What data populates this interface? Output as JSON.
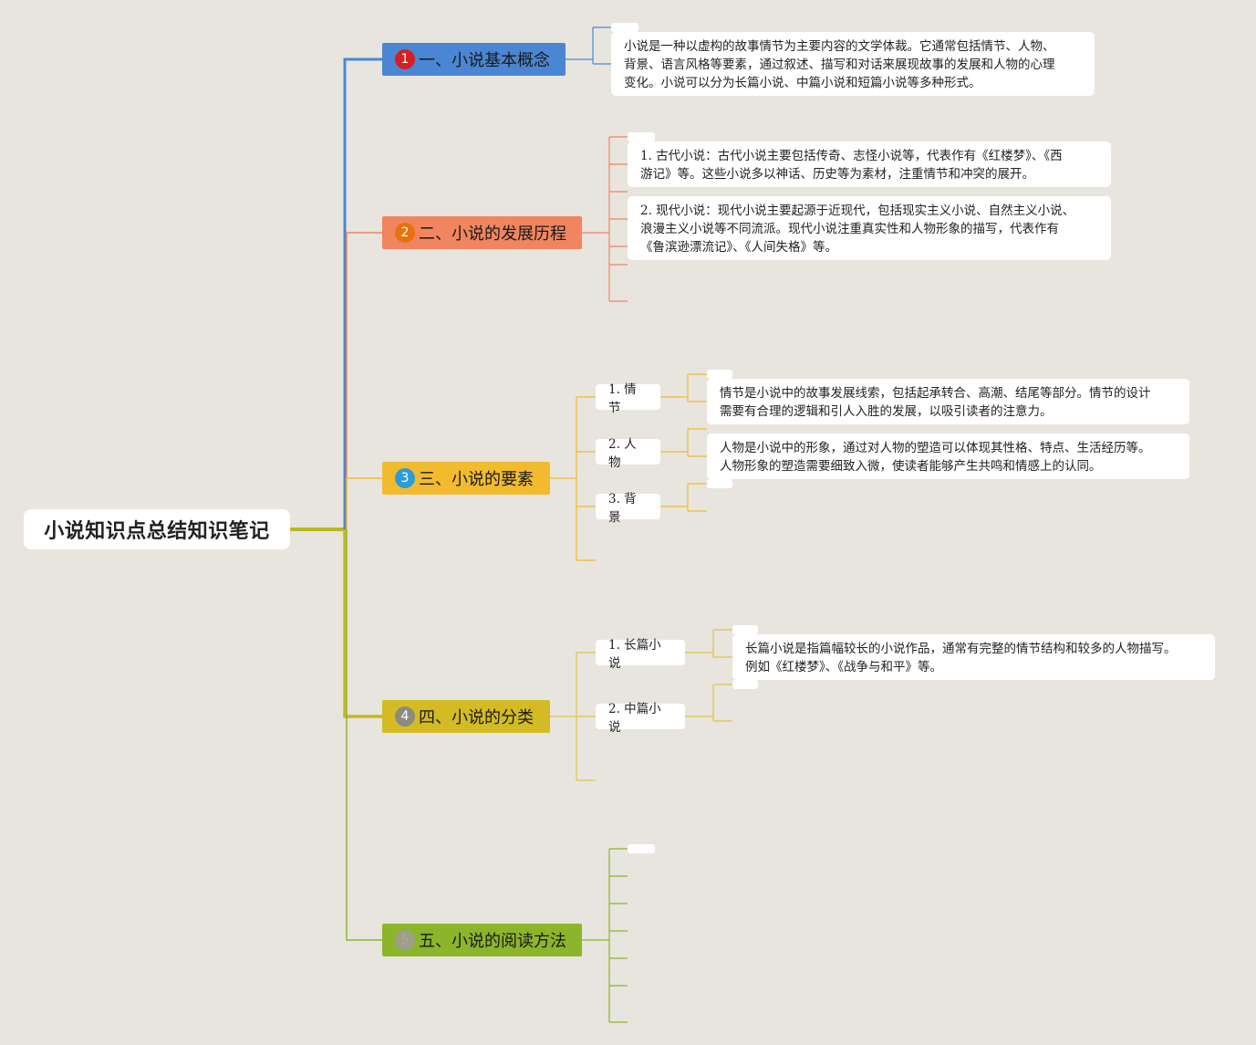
{
  "root": {
    "title": "小说知识点总结知识笔记"
  },
  "colors": {
    "b1": "#4a86d4",
    "b2": "#f0855f",
    "b3": "#f2bb2f",
    "b4": "#d4bb24",
    "b5": "#8cb52b",
    "badge1": "#d42020",
    "badge2": "#e8710f",
    "badge3": "#2c9bd8",
    "badge4": "#8a8a7f",
    "badge5": "#9e9e8a"
  },
  "branches": [
    {
      "badge": "1",
      "label": "一、小说基本概念"
    },
    {
      "badge": "2",
      "label": "二、小说的发展历程"
    },
    {
      "badge": "3",
      "label": "三、小说的要素"
    },
    {
      "badge": "4",
      "label": "四、小说的分类"
    },
    {
      "badge": "5",
      "label": "五、小说的阅读方法"
    }
  ],
  "notes": {
    "concept": "小说是一种以虚构的故事情节为主要内容的文学体裁。它通常包括情节、人物、\n背景、语言风格等要素，通过叙述、描写和对话来展现故事的发展和人物的心理\n变化。小说可以分为长篇小说、中篇小说和短篇小说等多种形式。",
    "ancient": "1. 古代小说：古代小说主要包括传奇、志怪小说等，代表作有《红楼梦》、《西\n游记》等。这些小说多以神话、历史等为素材，注重情节和冲突的展开。",
    "modern": "2. 现代小说：现代小说主要起源于近现代，包括现实主义小说、自然主义小说、\n浪漫主义小说等不同流派。现代小说注重真实性和人物形象的描写，代表作有\n《鲁滨逊漂流记》、《人间失格》等。",
    "plot": "情节是小说中的故事发展线索，包括起承转合、高潮、结尾等部分。情节的设计\n需要有合理的逻辑和引人入胜的发展，以吸引读者的注意力。",
    "character": "人物是小说中的形象，通过对人物的塑造可以体现其性格、特点、生活经历等。\n人物形象的塑造需要细致入微，使读者能够产生共鸣和情感上的认同。",
    "novel": "长篇小说是指篇幅较长的小说作品，通常有完整的情节结构和较多的人物描写。\n例如《红楼梦》、《战争与和平》等。"
  },
  "subs": {
    "plot": "1. 情节",
    "character": "2. 人物",
    "setting": "3. 背景",
    "long": "1. 长篇小说",
    "medium": "2. 中篇小说"
  }
}
